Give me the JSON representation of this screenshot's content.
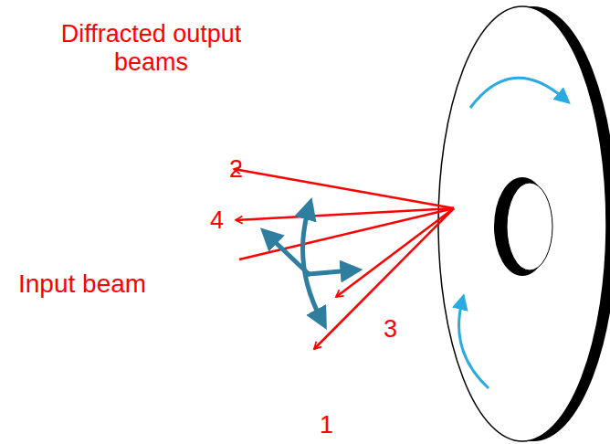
{
  "diagram": {
    "labels": [
      "Diffracted output beams",
      "2",
      "4",
      "Input beam",
      "3",
      "1"
    ]
  }
}
